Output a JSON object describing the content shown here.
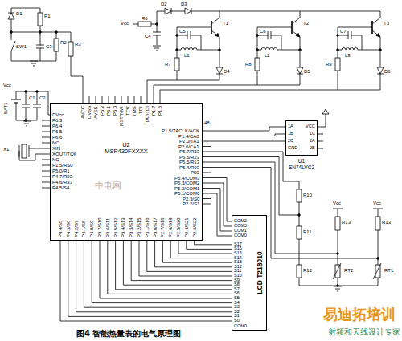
{
  "diagram": {
    "caption": "图4 智能热量表的电气原理图",
    "nodes": [
      {
        "text": [
          "U2",
          "MSP430FXXXX"
        ]
      },
      {
        "text": [
          "U1",
          "SN74LVC2"
        ]
      },
      {
        "text": [
          "LCD T218010"
        ]
      }
    ],
    "edges": [
      {
        "from": 0,
        "to": 2,
        "arrow": "none"
      },
      {
        "from": 0,
        "to": 1,
        "arrow": "none"
      }
    ],
    "labels": [
      "D1",
      "R1",
      "SW1",
      "C3",
      "R2",
      "R3",
      "Vcc",
      "R6",
      "C4",
      "D2",
      "D3",
      "T1",
      "C5",
      "L1",
      "R7",
      "D4",
      "T2",
      "C6",
      "L2",
      "R8",
      "D5",
      "T3",
      "C7",
      "L3",
      "R9",
      "D6",
      "Vcc",
      "BAT1",
      "C1",
      "C2",
      "X1",
      "DVcc",
      "P6.3",
      "P6.4",
      "P6.5",
      "P6.6",
      "NC",
      "XIN",
      "XOUT/TCK",
      "NC",
      "P1.5/RS0",
      "P5.0/R1",
      "P4.7/R23",
      "P4.6/R33",
      "P4.5/S4",
      "AVCC",
      "DVSS",
      "AVSS",
      "P6.2",
      "P6.1",
      "P6.0",
      "RST/NMI",
      "TCK",
      "TMS",
      "TDI",
      "TDO/TDI",
      "P1.7",
      "P1.6",
      "P1.5/TACLK/ACK",
      "P1.4/CA0",
      "P2.0/TA1",
      "P2.6/CA1",
      "P5.7/R33",
      "P5.6/R23",
      "P5.5/R13",
      "P5.4/R03",
      "P50",
      "P5.4/COM3",
      "P5.3/COM2",
      "P5.2/COM1",
      "P5.1/COM0",
      "P2.3/S0",
      "P2.2/S1",
      "48",
      "P4.4/S5",
      "P4.3/S6",
      "P4.2/S7",
      "P4.1/S8",
      "P4.0/S9",
      "P3.7/S10",
      "P3.6/S11",
      "P3.5/S12",
      "P3.4/S13",
      "P3.3/S14",
      "P3.2/S15",
      "P3.1/S16",
      "P3.0/S17",
      "P2.7/S18",
      "P2.6/S19",
      "P2.5/S20",
      "P2.4/S21",
      "P2.3/S22",
      "COM2",
      "COM3",
      "COM1",
      "COM0",
      "S17",
      "S16",
      "S15",
      "S14",
      "S13",
      "S12",
      "S11",
      "S10",
      "S9",
      "S8",
      "S7",
      "S6",
      "S5",
      "S4",
      "S3",
      "S2",
      "S1",
      "S0",
      "COM0",
      "1A",
      "1B",
      "2C",
      "GND",
      "VCC",
      "1C",
      "2A",
      "2B",
      "R10",
      "R11",
      "R12",
      "Vcc",
      "R13",
      "RT2",
      "Vcc",
      "R13",
      "RT1",
      "中电网",
      "易迪拓培训",
      "射频和天线设计专家"
    ]
  }
}
